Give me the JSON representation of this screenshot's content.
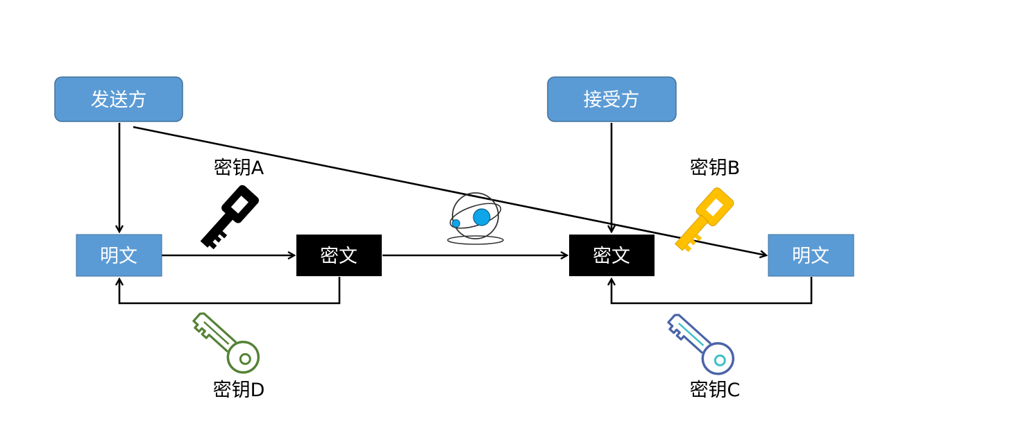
{
  "nodes": {
    "sender": "发送方",
    "receiver": "接受方",
    "plaintext_left": "明文",
    "ciphertext_left": "密文",
    "ciphertext_right": "密文",
    "plaintext_right": "明文"
  },
  "keys": {
    "key_a": "密钥A",
    "key_b": "密钥B",
    "key_c": "密钥C",
    "key_d": "密钥D"
  },
  "colors": {
    "role_box": "#5b9bd5",
    "role_border": "#41719c",
    "plain_box": "#5b9bd5",
    "cipher_box": "#000000",
    "key_a": "#000000",
    "key_b": "#ffc000",
    "key_c": "#4a64a8",
    "key_d": "#548235",
    "network": "#0ea5e9"
  },
  "icons": {
    "key_a": "key-icon",
    "key_b": "key-icon",
    "key_c": "key-icon",
    "key_d": "key-icon",
    "transmission": "network-orbit-icon"
  }
}
